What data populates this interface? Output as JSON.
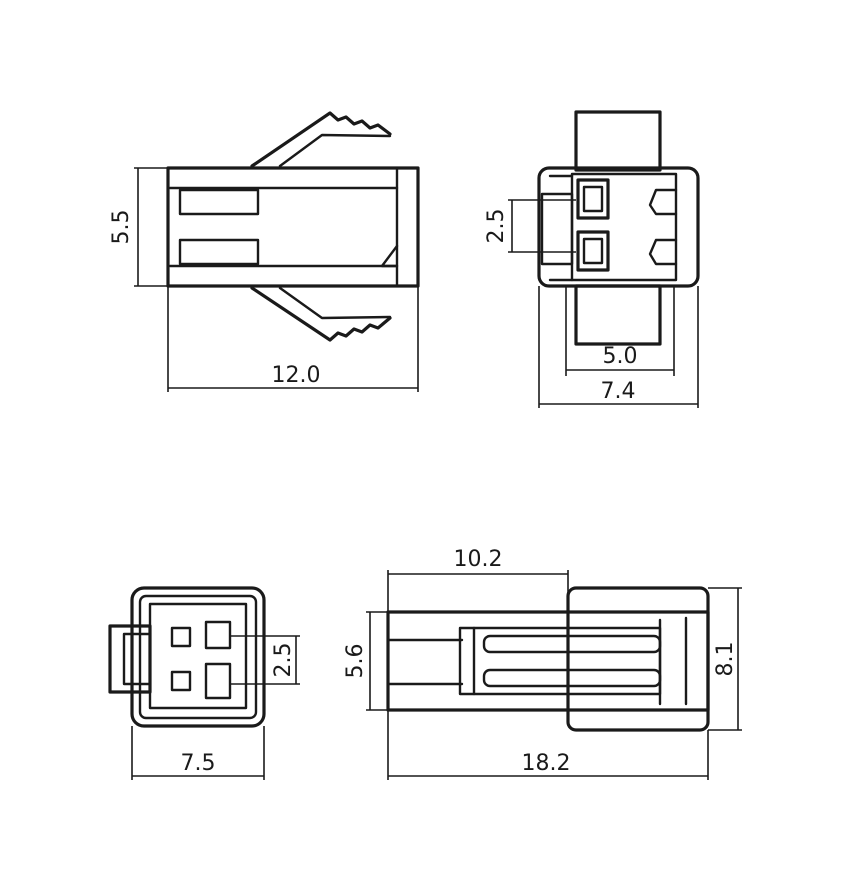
{
  "dimensions": {
    "side_male_height": "5.5",
    "side_male_length": "12.0",
    "end_male_pitch": "2.5",
    "end_male_inner_width": "5.0",
    "end_male_width": "7.4",
    "end_female_pitch": "2.5",
    "end_female_width": "7.5",
    "side_female_inner_length": "10.2",
    "side_female_height_small": "5.6",
    "side_female_height": "8.1",
    "side_female_length": "18.2"
  }
}
